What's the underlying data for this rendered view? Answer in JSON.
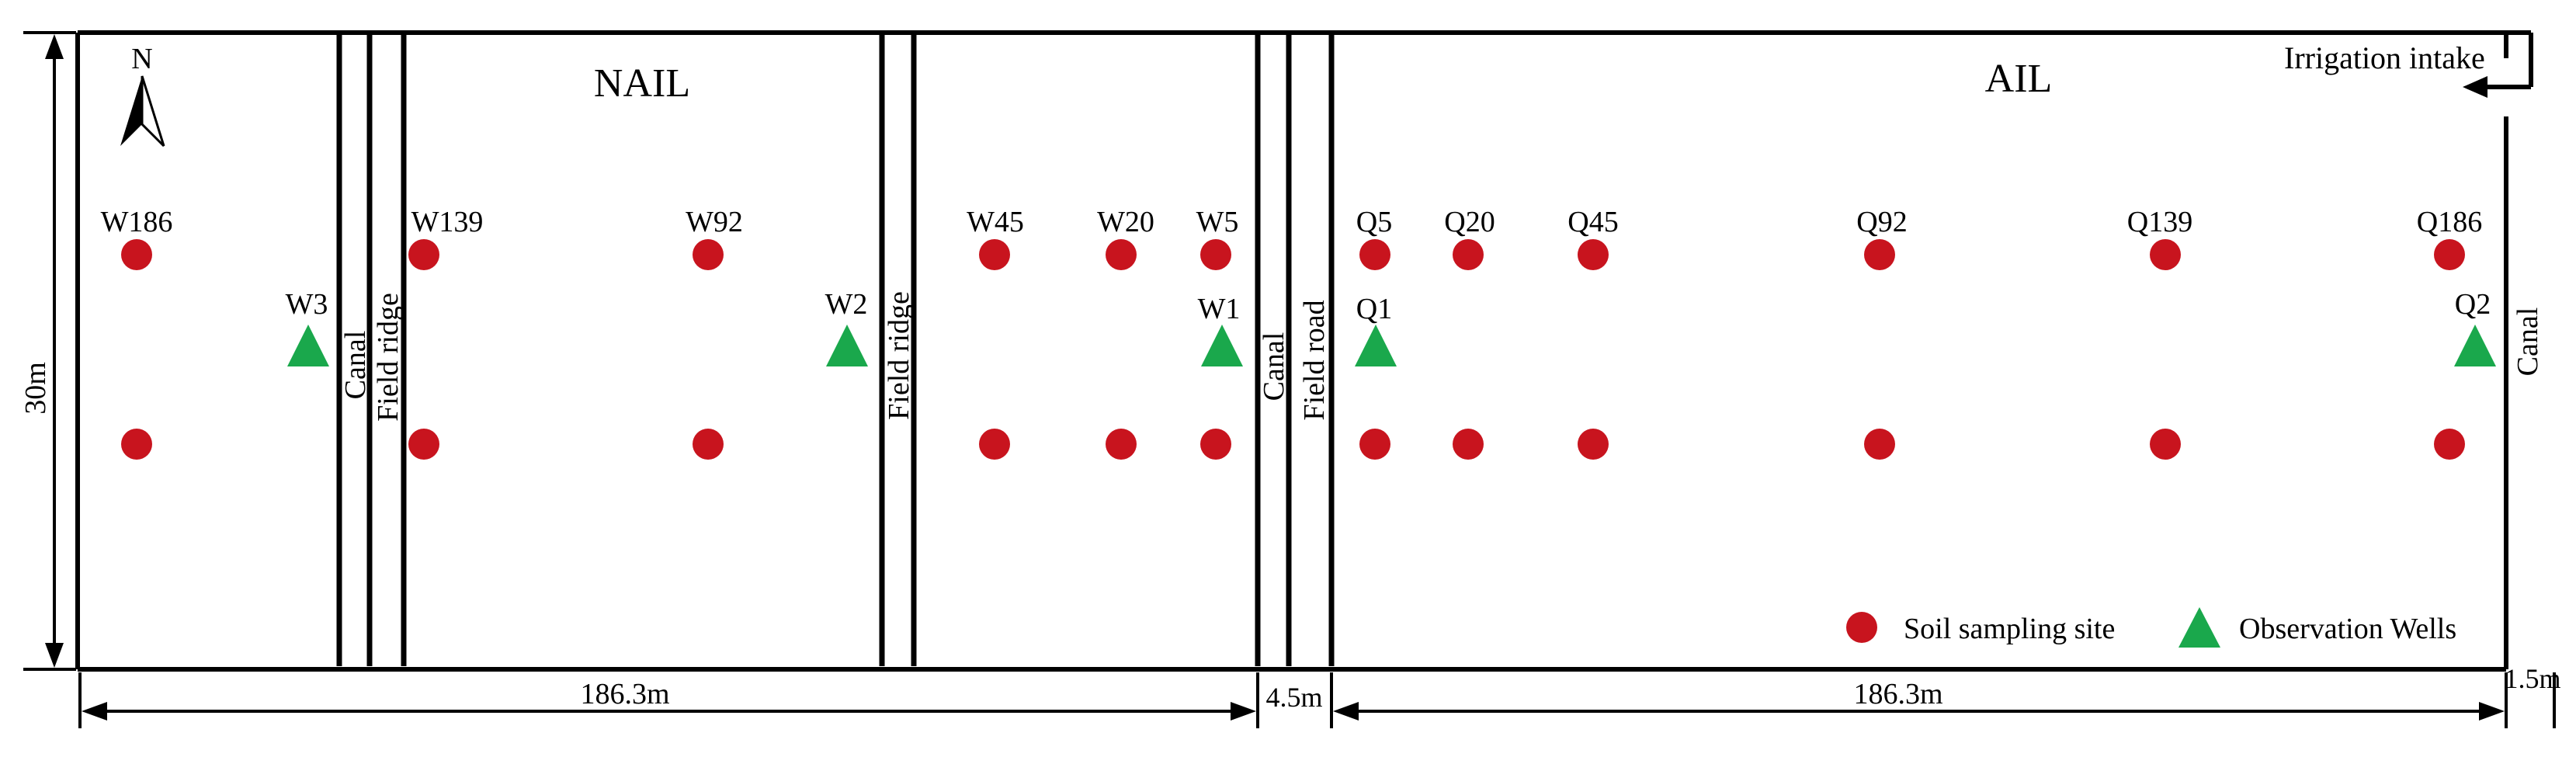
{
  "regions": {
    "nail": "NAIL",
    "ail": "AIL"
  },
  "north_label": "N",
  "irrigation_intake": "Irrigation intake",
  "strips": {
    "canal_left": "Canal",
    "field_ridge_left": "Field ridge",
    "field_ridge_mid": "Field ridge",
    "canal_mid": "Canal",
    "field_road": "Field road",
    "canal_right": "Canal"
  },
  "dimensions": {
    "height": "30m",
    "nail_width": "186.3m",
    "road_width": "4.5m",
    "ail_width": "186.3m",
    "canal_width": "1.5m"
  },
  "sampling_sites": [
    "W186",
    "W139",
    "W92",
    "W45",
    "W20",
    "W5",
    "Q5",
    "Q20",
    "Q45",
    "Q92",
    "Q139",
    "Q186"
  ],
  "wells": [
    "W3",
    "W2",
    "W1",
    "Q1",
    "Q2"
  ],
  "legend": {
    "soil_site": "Soil sampling site",
    "wells": "Observation Wells"
  },
  "colors": {
    "site": "#c8141e",
    "well": "#1aa84c",
    "line": "#000000"
  }
}
